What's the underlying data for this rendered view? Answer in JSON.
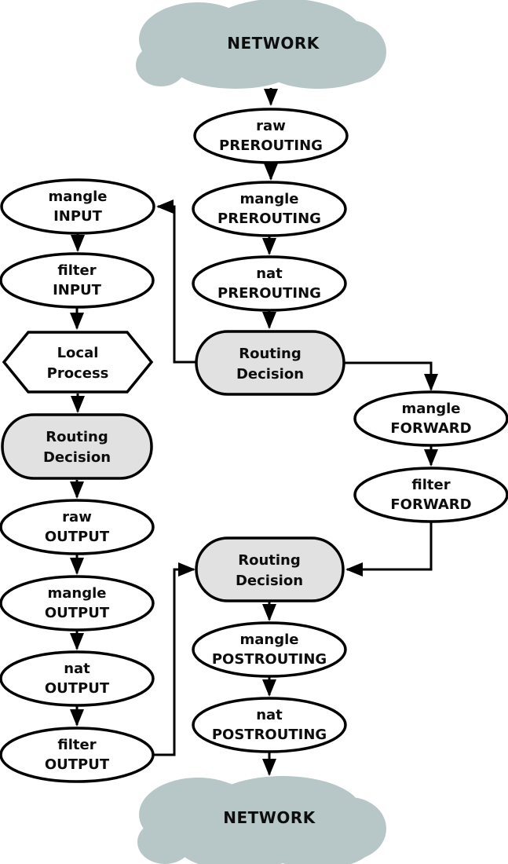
{
  "diagram_type": "flowchart",
  "subject": "iptables-packet-flow",
  "colors": {
    "cloud_fill": "#b7c6c6",
    "decision_fill": "#e1e1e1",
    "node_fill": "#ffffff",
    "stroke": "#000000"
  },
  "clouds": {
    "top": {
      "label": "NETWORK"
    },
    "bottom": {
      "label": "NETWORK"
    }
  },
  "routing_decision": {
    "line1": "Routing",
    "line2": "Decision"
  },
  "local_process": {
    "line1": "Local",
    "line2": "Process"
  },
  "nodes": [
    {
      "id": "raw-prerouting",
      "table": "raw",
      "chain": "PREROUTING"
    },
    {
      "id": "mangle-prerouting",
      "table": "mangle",
      "chain": "PREROUTING"
    },
    {
      "id": "nat-prerouting",
      "table": "nat",
      "chain": "PREROUTING"
    },
    {
      "id": "mangle-input",
      "table": "mangle",
      "chain": "INPUT"
    },
    {
      "id": "filter-input",
      "table": "filter",
      "chain": "INPUT"
    },
    {
      "id": "raw-output",
      "table": "raw",
      "chain": "OUTPUT"
    },
    {
      "id": "mangle-output",
      "table": "mangle",
      "chain": "OUTPUT"
    },
    {
      "id": "nat-output",
      "table": "nat",
      "chain": "OUTPUT"
    },
    {
      "id": "filter-output",
      "table": "filter",
      "chain": "OUTPUT"
    },
    {
      "id": "mangle-forward",
      "table": "mangle",
      "chain": "FORWARD"
    },
    {
      "id": "filter-forward",
      "table": "filter",
      "chain": "FORWARD"
    },
    {
      "id": "mangle-postrouting",
      "table": "mangle",
      "chain": "POSTROUTING"
    },
    {
      "id": "nat-postrouting",
      "table": "nat",
      "chain": "POSTROUTING"
    }
  ],
  "edges": [
    {
      "from": "network-top",
      "to": "raw PREROUTING"
    },
    {
      "from": "raw PREROUTING",
      "to": "mangle PREROUTING"
    },
    {
      "from": "mangle PREROUTING",
      "to": "nat PREROUTING"
    },
    {
      "from": "nat PREROUTING",
      "to": "routing-decision-main"
    },
    {
      "from": "routing-decision-main",
      "to": "mangle INPUT"
    },
    {
      "from": "routing-decision-main",
      "to": "mangle FORWARD"
    },
    {
      "from": "mangle INPUT",
      "to": "filter INPUT"
    },
    {
      "from": "filter INPUT",
      "to": "local-process"
    },
    {
      "from": "local-process",
      "to": "routing-decision-local"
    },
    {
      "from": "routing-decision-local",
      "to": "raw OUTPUT"
    },
    {
      "from": "raw OUTPUT",
      "to": "mangle OUTPUT"
    },
    {
      "from": "mangle OUTPUT",
      "to": "nat OUTPUT"
    },
    {
      "from": "nat OUTPUT",
      "to": "filter OUTPUT"
    },
    {
      "from": "filter OUTPUT",
      "to": "routing-decision-post"
    },
    {
      "from": "mangle FORWARD",
      "to": "filter FORWARD"
    },
    {
      "from": "filter FORWARD",
      "to": "routing-decision-post"
    },
    {
      "from": "routing-decision-post",
      "to": "mangle POSTROUTING"
    },
    {
      "from": "mangle POSTROUTING",
      "to": "nat POSTROUTING"
    },
    {
      "from": "nat POSTROUTING",
      "to": "network-bottom"
    }
  ]
}
